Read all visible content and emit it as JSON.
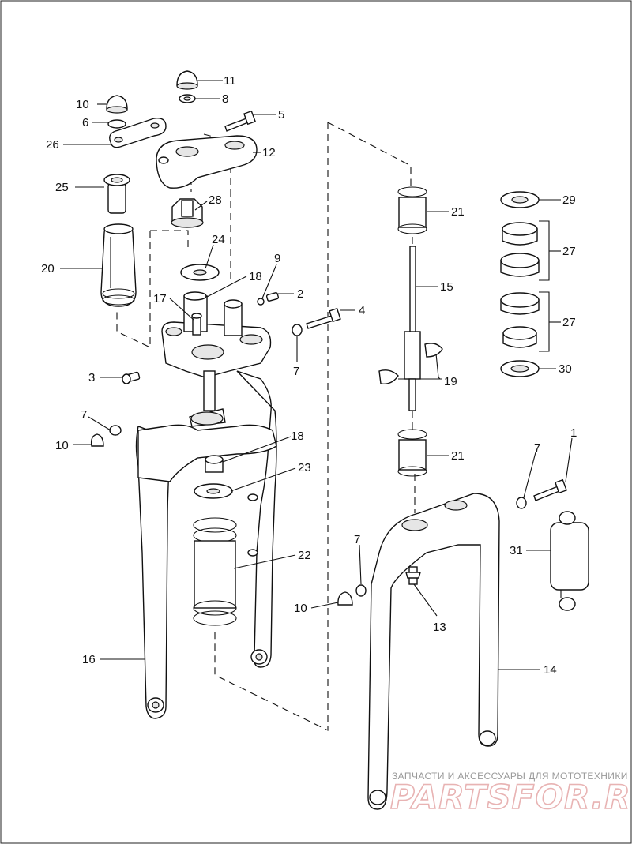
{
  "watermark": {
    "tagline": "ЗАПЧАСТИ И АКСЕССУАРЫ ДЛЯ МОТОТЕХНИКИ",
    "site": "PARTSFOR.RU"
  },
  "callouts": [
    {
      "id": "c11a",
      "label": "11"
    },
    {
      "id": "c8",
      "label": "8"
    },
    {
      "id": "c10a",
      "label": "10"
    },
    {
      "id": "c6",
      "label": "6"
    },
    {
      "id": "c5",
      "label": "5"
    },
    {
      "id": "c26",
      "label": "26"
    },
    {
      "id": "c12",
      "label": "12"
    },
    {
      "id": "c25",
      "label": "25"
    },
    {
      "id": "c28",
      "label": "28"
    },
    {
      "id": "c21a",
      "label": "21"
    },
    {
      "id": "c29",
      "label": "29"
    },
    {
      "id": "c24",
      "label": "24"
    },
    {
      "id": "c27a",
      "label": "27"
    },
    {
      "id": "c20",
      "label": "20"
    },
    {
      "id": "c9",
      "label": "9"
    },
    {
      "id": "c18a",
      "label": "18"
    },
    {
      "id": "c15",
      "label": "15"
    },
    {
      "id": "c2",
      "label": "2"
    },
    {
      "id": "c17",
      "label": "17"
    },
    {
      "id": "c4",
      "label": "4"
    },
    {
      "id": "c27b",
      "label": "27"
    },
    {
      "id": "c7a",
      "label": "7"
    },
    {
      "id": "c19",
      "label": "19"
    },
    {
      "id": "c3",
      "label": "3"
    },
    {
      "id": "c30",
      "label": "30"
    },
    {
      "id": "c7b",
      "label": "7"
    },
    {
      "id": "c10b",
      "label": "10"
    },
    {
      "id": "c18b",
      "label": "18"
    },
    {
      "id": "c21b",
      "label": "21"
    },
    {
      "id": "c1",
      "label": "1"
    },
    {
      "id": "c7c",
      "label": "7"
    },
    {
      "id": "c23",
      "label": "23"
    },
    {
      "id": "c22",
      "label": "22"
    },
    {
      "id": "c7d",
      "label": "7"
    },
    {
      "id": "c31",
      "label": "31"
    },
    {
      "id": "c10c",
      "label": "10"
    },
    {
      "id": "c13",
      "label": "13"
    },
    {
      "id": "c16",
      "label": "16"
    },
    {
      "id": "c14",
      "label": "14"
    }
  ]
}
